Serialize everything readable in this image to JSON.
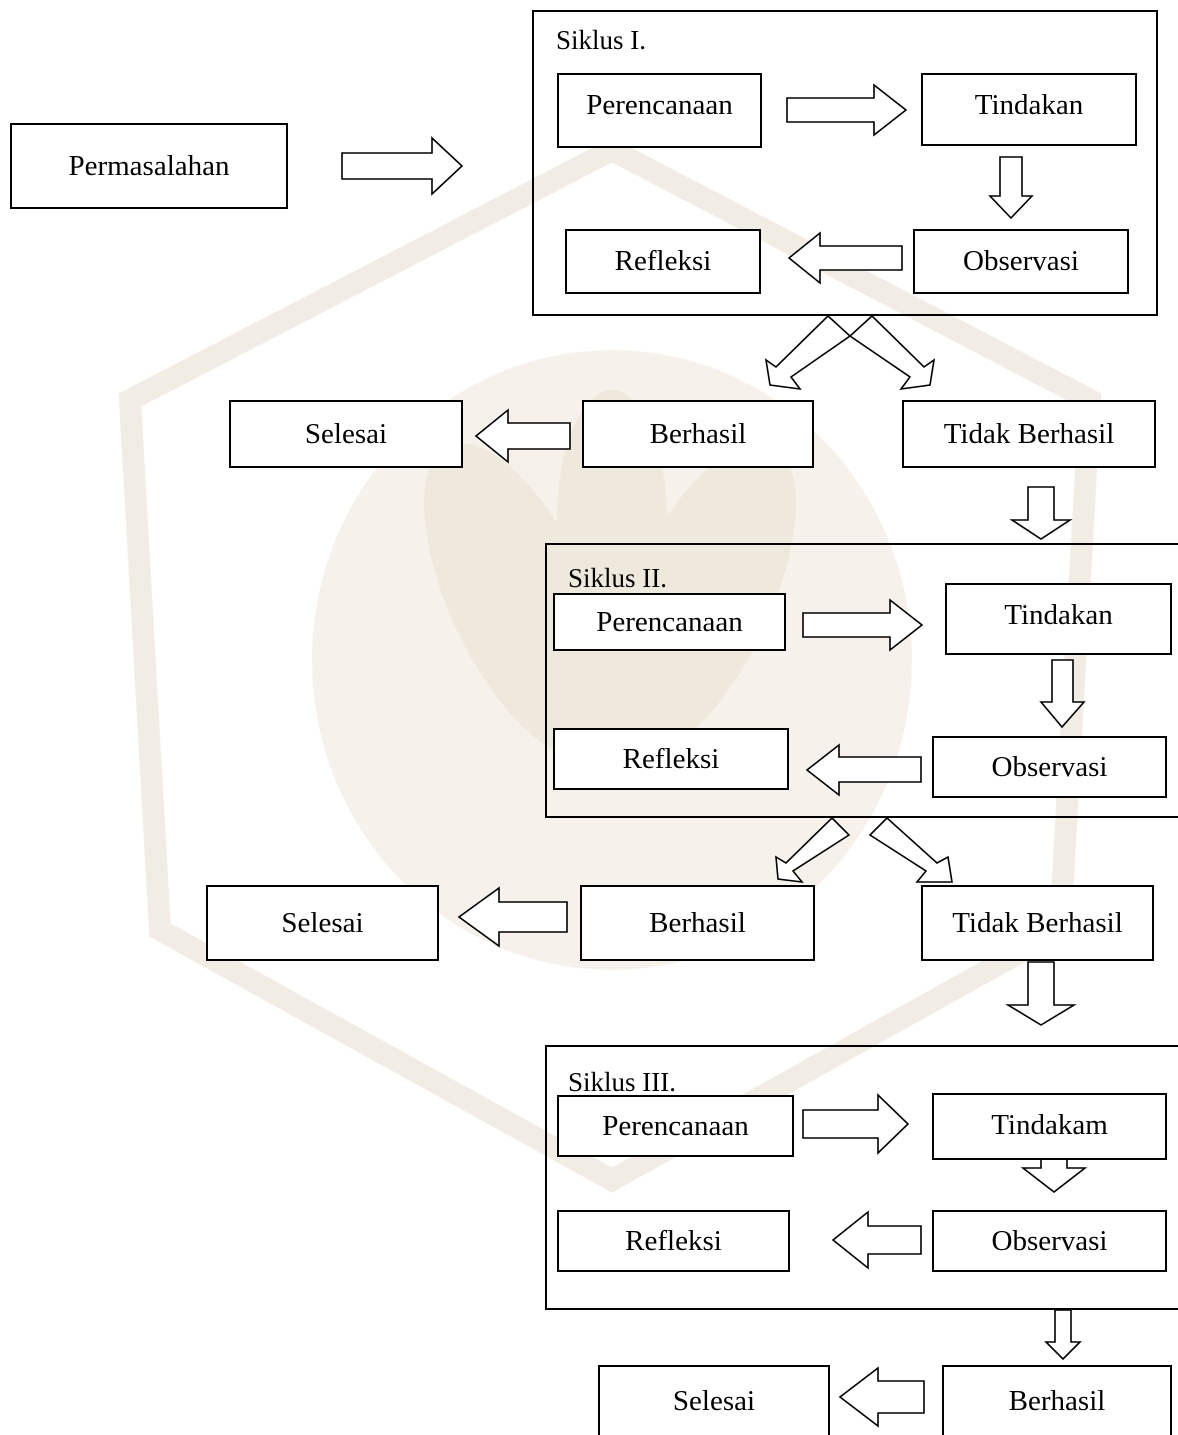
{
  "start": {
    "label": "Permasalahan"
  },
  "cycles": [
    {
      "title": "Siklus I.",
      "planning": "Perencanaan",
      "action": "Tindakan",
      "observation": "Observasi",
      "reflection": "Refleksi"
    },
    {
      "title": "Siklus II.",
      "planning": "Perencanaan",
      "action": "Tindakan",
      "observation": "Observasi",
      "reflection": "Refleksi"
    },
    {
      "title": "Siklus III.",
      "planning": "Perencanaan",
      "action": "Tindakam",
      "observation": "Observasi",
      "reflection": "Refleksi"
    }
  ],
  "outcomes": [
    {
      "success": "Berhasil",
      "fail": "Tidak Berhasil",
      "end": "Selesai"
    },
    {
      "success": "Berhasil",
      "fail": "Tidak Berhasil",
      "end": "Selesai"
    },
    {
      "success": "Berhasil",
      "end": "Selesai"
    }
  ],
  "colors": {
    "stroke": "#000000",
    "background": "#ffffff",
    "watermark": "#f3eee6"
  }
}
